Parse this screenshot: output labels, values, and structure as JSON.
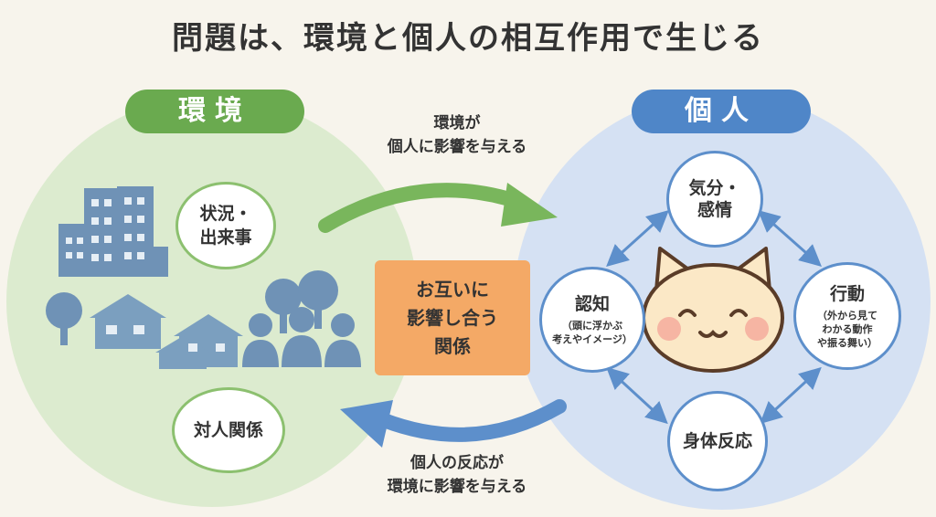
{
  "title": "問題は、環境と個人の相互作用で生じる",
  "environment": {
    "label": "環境",
    "circumstances": [
      "状況・",
      "出来事"
    ],
    "relationships": "対人関係"
  },
  "individual": {
    "label": "個人",
    "mood": [
      "気分・",
      "感情"
    ],
    "cognition": {
      "label": "認知",
      "note": [
        "（頭に浮かぶ",
        "考えやイメージ）"
      ]
    },
    "behavior": {
      "label": "行動",
      "note": [
        "（外から見て",
        "わかる動作",
        "や振る舞い）"
      ]
    },
    "body": "身体反応"
  },
  "center": [
    "お互いに",
    "影響し合う",
    "関係"
  ],
  "arrow_top": [
    "環境が",
    "個人に影響を与える"
  ],
  "arrow_bottom": [
    "個人の反応が",
    "環境に影響を与える"
  ],
  "colors": {
    "environment_green": "#6aaa4f",
    "individual_blue": "#4f86c8",
    "center_orange": "#f4a966",
    "env_circle": "#dcebcf",
    "ind_circle": "#d5e1f3"
  }
}
